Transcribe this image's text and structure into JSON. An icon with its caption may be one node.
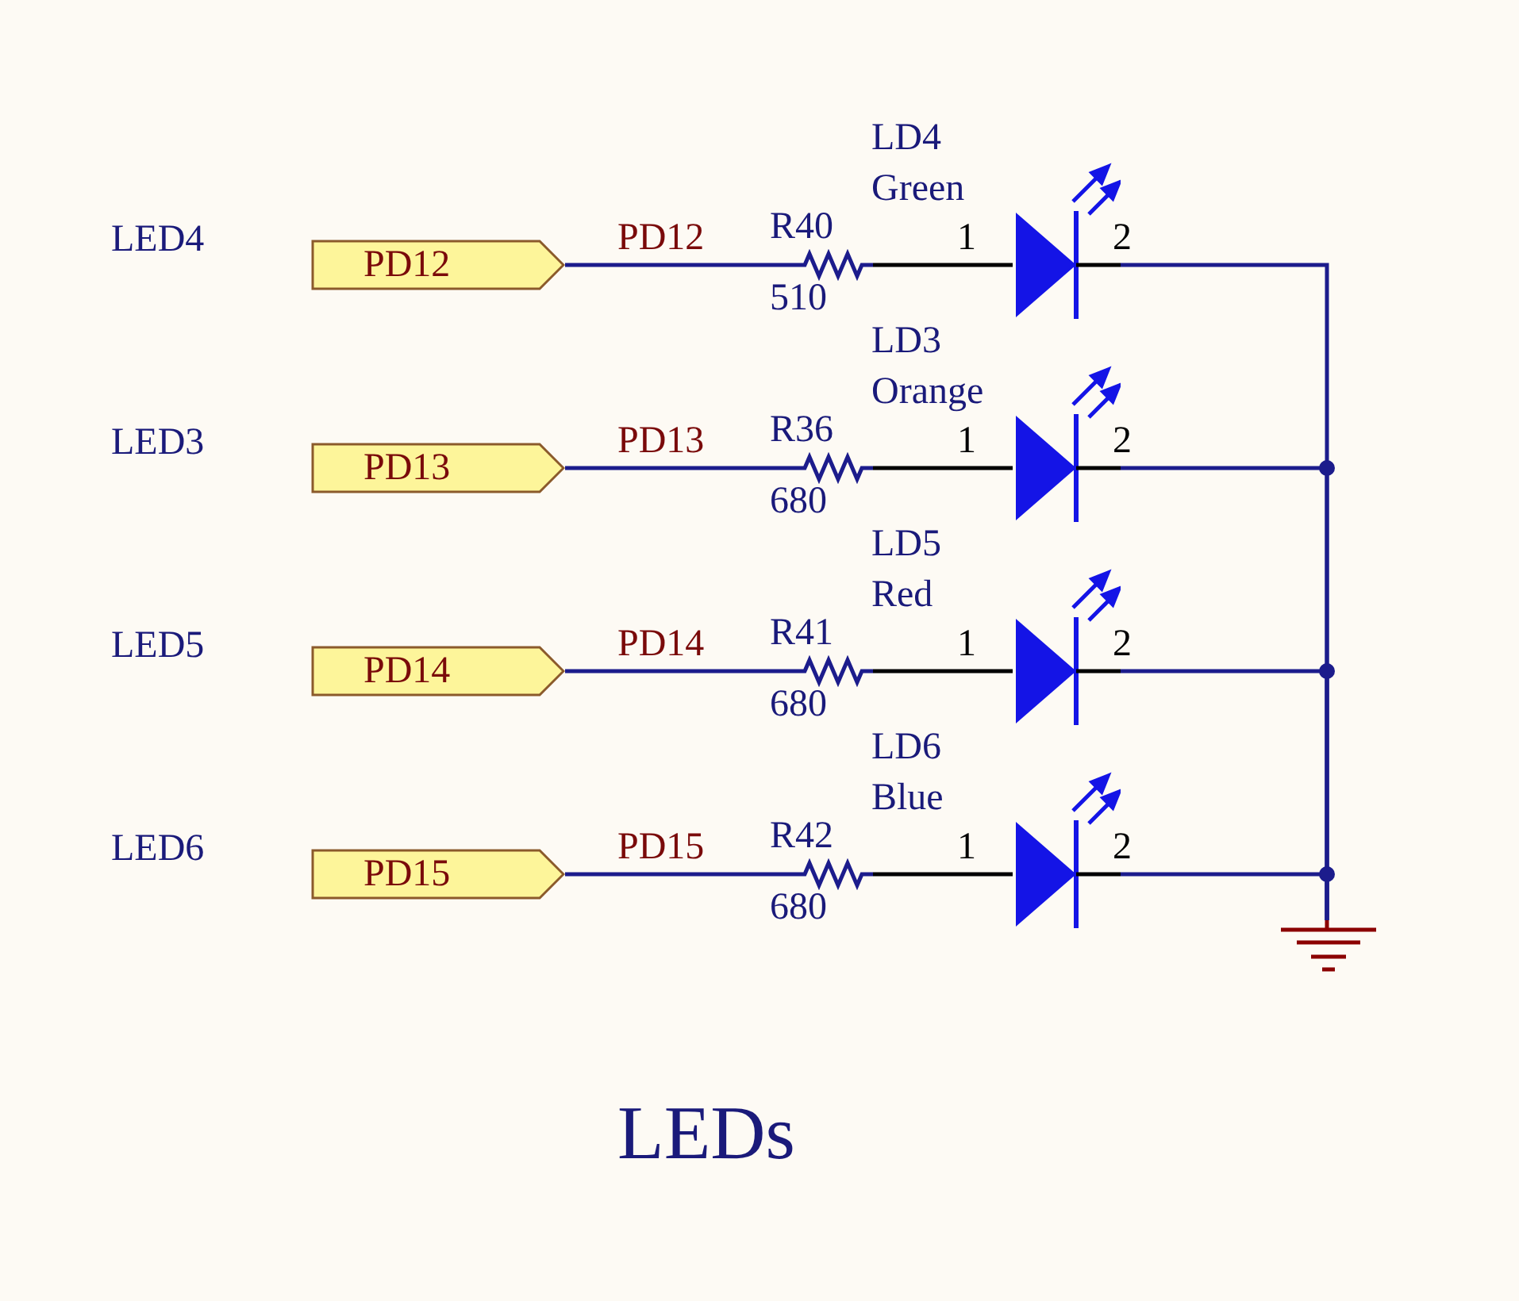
{
  "diagram": {
    "title": "LEDs",
    "nodes": [
      {
        "text": [
          "PD12"
        ]
      },
      {
        "text": [],
        "shape": "resistor",
        "beside": [
          "R40",
          "510"
        ]
      },
      {
        "text": [],
        "shape": "diode",
        "beside": [
          "LD4",
          "Green"
        ]
      },
      {
        "text": [
          "PD13"
        ]
      },
      {
        "text": [],
        "shape": "resistor",
        "beside": [
          "R36",
          "680"
        ]
      },
      {
        "text": [],
        "shape": "diode",
        "beside": [
          "LD3",
          "Orange"
        ]
      },
      {
        "text": [
          "PD14"
        ]
      },
      {
        "text": [],
        "shape": "resistor",
        "beside": [
          "R41",
          "680"
        ]
      },
      {
        "text": [],
        "shape": "diode",
        "beside": [
          "LD5",
          "Red"
        ]
      },
      {
        "text": [
          "PD15"
        ]
      },
      {
        "text": [],
        "shape": "resistor",
        "beside": [
          "R42",
          "680"
        ]
      },
      {
        "text": [],
        "shape": "diode",
        "beside": [
          "LD6",
          "Blue"
        ]
      },
      {
        "text": [],
        "shape": "ground"
      }
    ],
    "edges": [
      {
        "from": 0,
        "to": 1,
        "arrow": "none"
      },
      {
        "from": 1,
        "to": 2,
        "arrow": "none",
        "color": "#000000"
      },
      {
        "from": 2,
        "to": 12,
        "arrow": "none"
      },
      {
        "from": 3,
        "to": 4,
        "arrow": "none"
      },
      {
        "from": 4,
        "to": 5,
        "arrow": "none",
        "color": "#000000"
      },
      {
        "from": 5,
        "to": 12,
        "arrow": "none"
      },
      {
        "from": 6,
        "to": 7,
        "arrow": "none"
      },
      {
        "from": 7,
        "to": 8,
        "arrow": "none",
        "color": "#000000"
      },
      {
        "from": 8,
        "to": 12,
        "arrow": "none"
      },
      {
        "from": 9,
        "to": 10,
        "arrow": "none"
      },
      {
        "from": 10,
        "to": 11,
        "arrow": "none",
        "color": "#000000"
      },
      {
        "from": 11,
        "to": 12,
        "arrow": "none"
      }
    ],
    "labels": [
      "LED4",
      "PD12",
      "1",
      "2",
      "LED3",
      "PD13",
      "1",
      "2",
      "LED5",
      "PD14",
      "1",
      "2",
      "LED6",
      "PD15",
      "1",
      "2"
    ]
  }
}
